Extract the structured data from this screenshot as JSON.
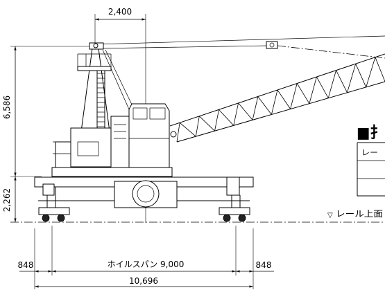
{
  "drawing": {
    "dimensions": {
      "top_offset": "2,400",
      "height_upper": "6,586",
      "height_lower": "2,262",
      "overhang_left": "848",
      "wheel_span": "ホイルスパン 9,000",
      "overhang_right": "848",
      "overall_length": "10,696"
    },
    "rail_marker": "▽",
    "rail_label": "レール上面",
    "section_title": "■扌",
    "table_header": "レー"
  },
  "colors": {
    "line": "#000000",
    "background": "#ffffff"
  }
}
